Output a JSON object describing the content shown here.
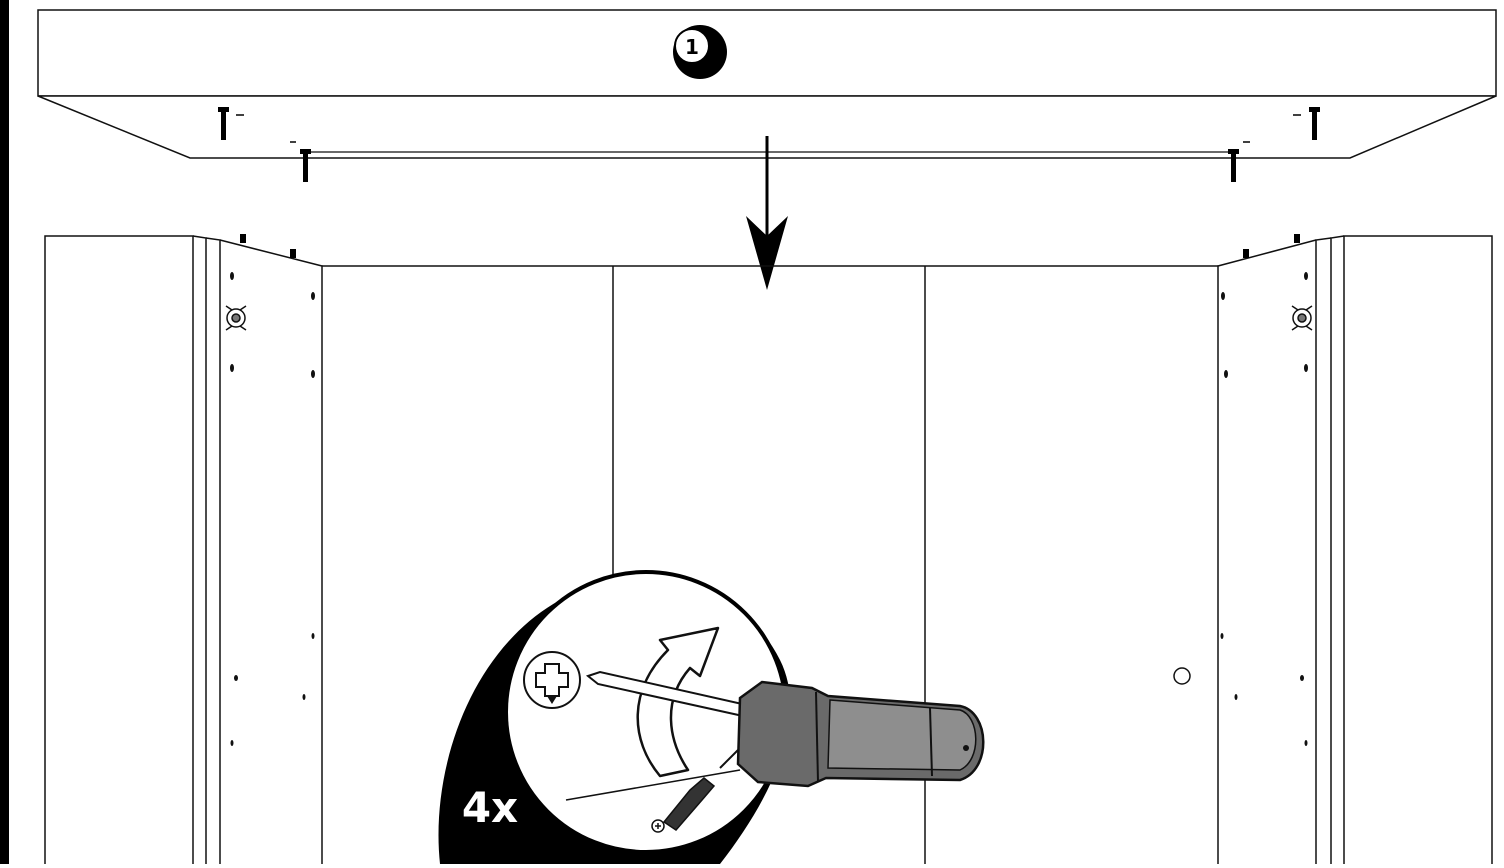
{
  "diagram": {
    "step_number": "1",
    "quantity_label": "4x",
    "screw_type": "phillips",
    "icons": [
      "screw-icon",
      "phillips-head-icon",
      "screwdriver-icon",
      "rotate-arrow-icon",
      "down-arrow-icon"
    ],
    "colors": {
      "line": "#111111",
      "panel": "#ffffff",
      "handle_dark": "#5a5a5a",
      "handle_mid": "#8a8a8a",
      "callout_black": "#000000"
    }
  }
}
